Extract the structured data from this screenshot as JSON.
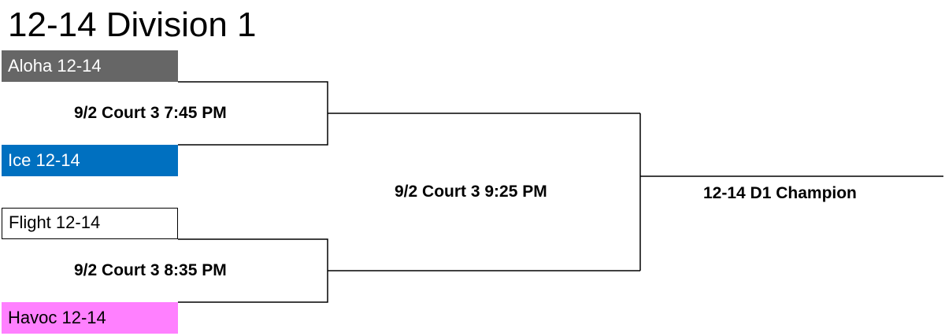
{
  "title": "12-14 Division 1",
  "teams": [
    {
      "name": "Aloha 12-14",
      "bg": "#666666",
      "fg": "#ffffff"
    },
    {
      "name": "Ice 12-14",
      "bg": "#0070c0",
      "fg": "#ffffff"
    },
    {
      "name": "Flight 12-14",
      "bg": "#ffffff",
      "fg": "#000000"
    },
    {
      "name": "Havoc 12-14",
      "bg": "#ff80ff",
      "fg": "#000000"
    }
  ],
  "games": {
    "semifinal_1": "9/2 Court 3 7:45 PM",
    "semifinal_2": "9/2 Court 3 8:35 PM",
    "final": "9/2 Court 3 9:25 PM",
    "champion": "12-14 D1 Champion"
  }
}
